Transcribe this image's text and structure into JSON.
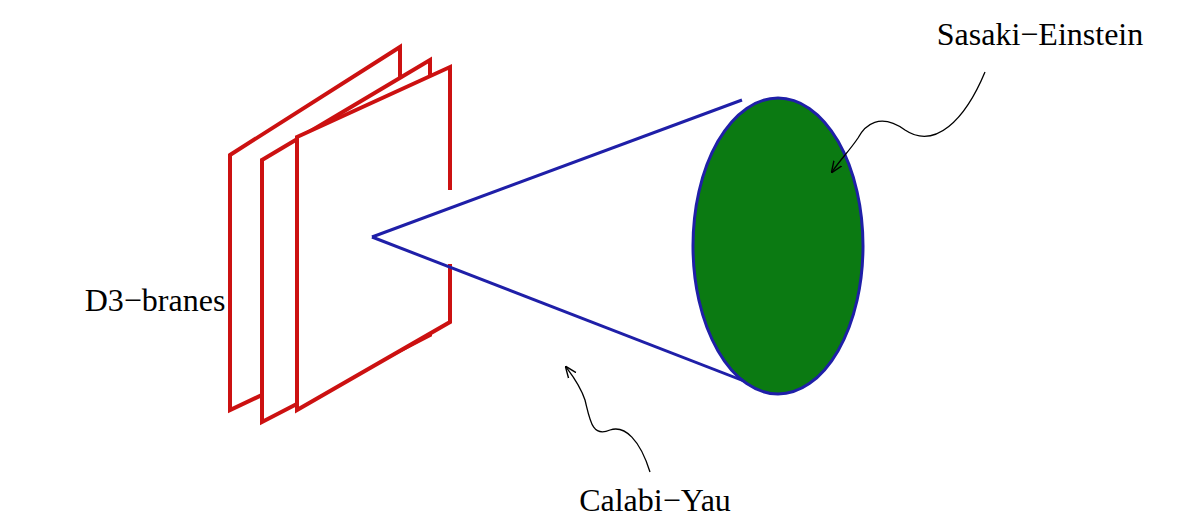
{
  "diagram": {
    "labels": [
      "Sasaki−Einstein",
      "D3−branes",
      "Calabi−Yau"
    ]
  }
}
